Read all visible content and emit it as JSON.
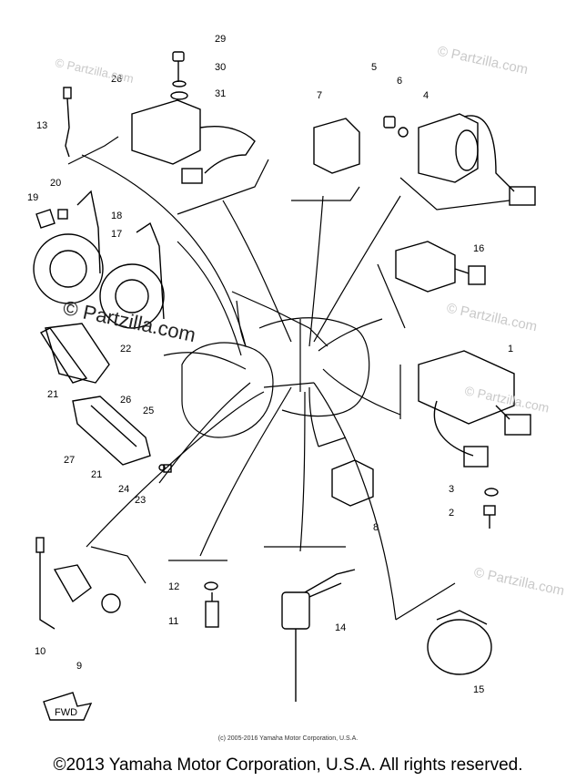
{
  "watermarks": [
    "© Partzilla.com",
    "© Partzilla.com",
    "© Partzilla.com",
    "© Partzilla.com",
    "© Partzilla.com",
    "© Partzilla.com"
  ],
  "callouts": [
    "29",
    "30",
    "31",
    "26",
    "13",
    "7",
    "5",
    "6",
    "4",
    "20",
    "19",
    "18",
    "17",
    "16",
    "1",
    "22",
    "21",
    "26",
    "25",
    "27",
    "21",
    "24",
    "23",
    "3",
    "2",
    "8",
    "12",
    "11",
    "14",
    "10",
    "9",
    "15"
  ],
  "front_label": "FWD",
  "small_copyright": "(c) 2005-2016 Yamaha Motor Corporation, U.S.A.",
  "copyright": "©2013 Yamaha Motor Corporation, U.S.A. All rights reserved."
}
